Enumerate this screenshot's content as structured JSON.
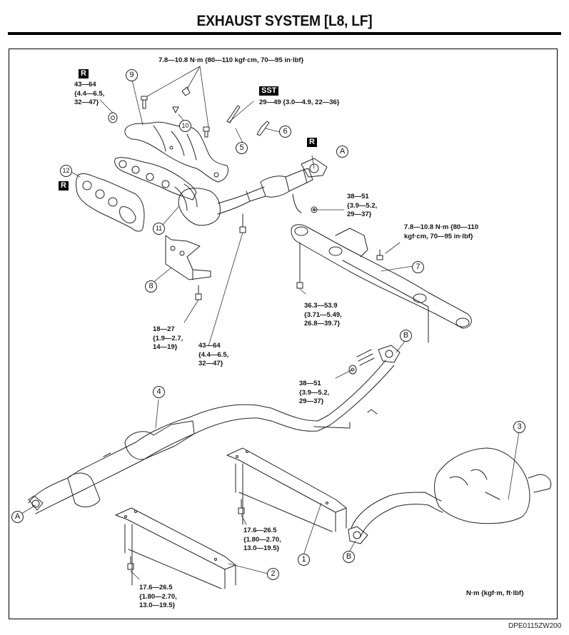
{
  "page": {
    "title": "EXHAUST SYSTEM [L8, LF]",
    "units_legend": "N·m {kgf·m, ft·lbf}",
    "figure_code": "DPE0115ZW200"
  },
  "tags": {
    "replace": "R",
    "special_tool": "SST"
  },
  "callouts": {
    "p1": "1",
    "p2": "2",
    "p3": "3",
    "p4": "4",
    "p5": "5",
    "p6": "6",
    "p7": "7",
    "p8": "8",
    "p9": "9",
    "p10": "10",
    "p11": "11",
    "p12": "12",
    "conn_a": "A",
    "conn_b": "B"
  },
  "torque_specs": {
    "heat_insulator_bolts": "7.8—10.8 N·m {80—110 kgf·cm, 70—95 in·lbf}",
    "manifold_nut": "43—64\n{4.4—6.5,\n32—47}",
    "oxygen_sensor": "29—49 {3.0—4.9, 22—36}",
    "front_pipe_nut": "38—51\n{3.9—5.2,\n29—37}",
    "crossmember_bracket": "7.8—10.8 N·m {80—110\nkgf·cm, 70—95 in·lbf}",
    "crossmember_bolt": "36.3—53.9\n{3.71—5.49,\n26.8—39.7}",
    "bracket_bolt": "18—27\n{1.9—2.7,\n14—19}",
    "catalyst_bolt": "43—64\n{4.4—6.5,\n32—47}",
    "joint_nut": "38—51\n{3.9—5.2,\n29—37}",
    "tunnel_member_1": "17.6—26.5\n{1.80—2.70,\n13.0—19.5}",
    "tunnel_member_2": "17.6—26.5\n{1.80—2.70,\n13.0—19.5}"
  }
}
